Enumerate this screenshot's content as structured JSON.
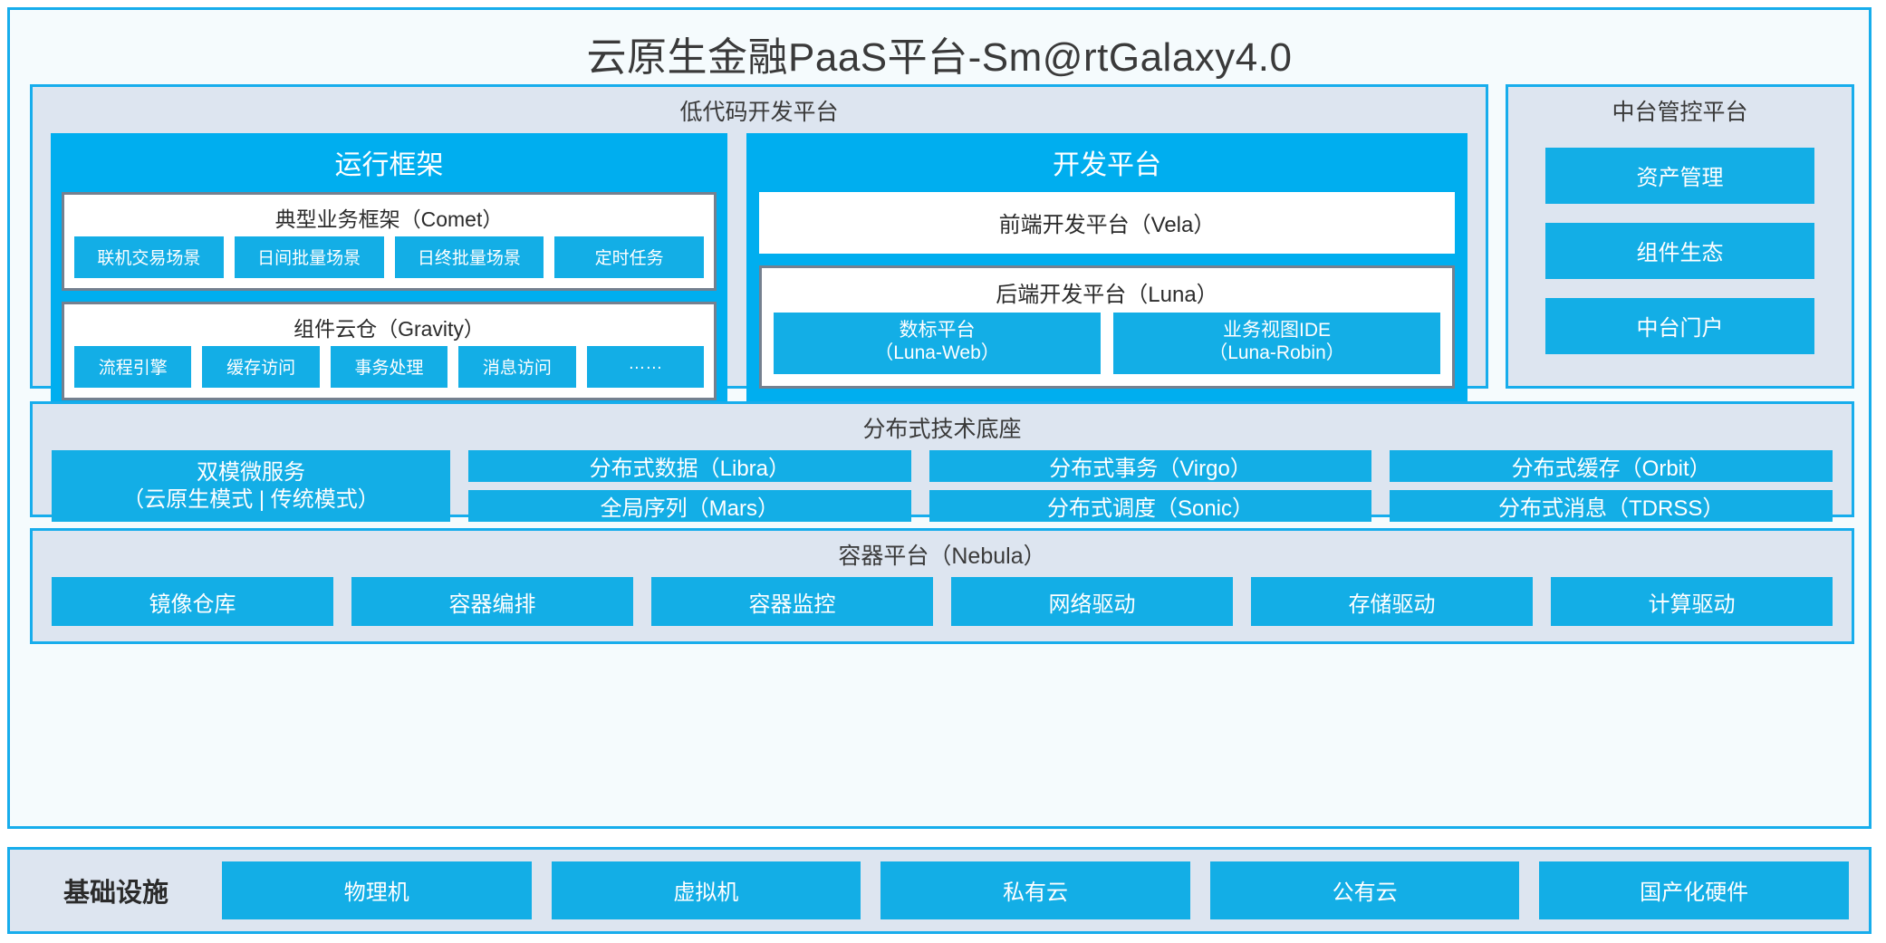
{
  "title": "云原生金融PaaS平台-Sm@rtGalaxy4.0",
  "colors": {
    "accent_blue": "#00AEEF",
    "chip_blue": "#13AEE6",
    "border_blue": "#17ADEC",
    "section_bg": "#DDE5F0",
    "panel_bg": "#F5FBFD",
    "inner_border_gray": "#75808F"
  },
  "lowcode": {
    "title": "低代码开发平台",
    "runtime": {
      "header": "运行框架",
      "groups": [
        {
          "title": "典型业务框架（Comet）",
          "chips": [
            "联机交易场景",
            "日间批量场景",
            "日终批量场景",
            "定时任务"
          ]
        },
        {
          "title": "组件云仓（Gravity）",
          "chips": [
            "流程引擎",
            "缓存访问",
            "事务处理",
            "消息访问",
            "……"
          ]
        }
      ]
    },
    "devplatform": {
      "header": "开发平台",
      "frontend": "前端开发平台（Vela）",
      "backend": {
        "title": "后端开发平台（Luna）",
        "chips": [
          {
            "line1": "数标平台",
            "line2": "（Luna-Web）"
          },
          {
            "line1": "业务视图IDE",
            "line2": "（Luna-Robin）"
          }
        ]
      }
    }
  },
  "control_platform": {
    "title": "中台管控平台",
    "items": [
      "资产管理",
      "组件生态",
      "中台门户"
    ]
  },
  "tech_base": {
    "title": "分布式技术底座",
    "dual_mode": {
      "line1": "双模微服务",
      "line2": "（云原生模式 | 传统模式）"
    },
    "columns": [
      [
        "分布式数据（Libra）",
        "全局序列（Mars）"
      ],
      [
        "分布式事务（Virgo）",
        "分布式调度（Sonic）"
      ],
      [
        "分布式缓存（Orbit）",
        "分布式消息（TDRSS）"
      ]
    ]
  },
  "container_platform": {
    "title": "容器平台（Nebula）",
    "items": [
      "镜像仓库",
      "容器编排",
      "容器监控",
      "网络驱动",
      "存储驱动",
      "计算驱动"
    ]
  },
  "infrastructure": {
    "label": "基础设施",
    "items": [
      "物理机",
      "虚拟机",
      "私有云",
      "公有云",
      "国产化硬件"
    ]
  }
}
